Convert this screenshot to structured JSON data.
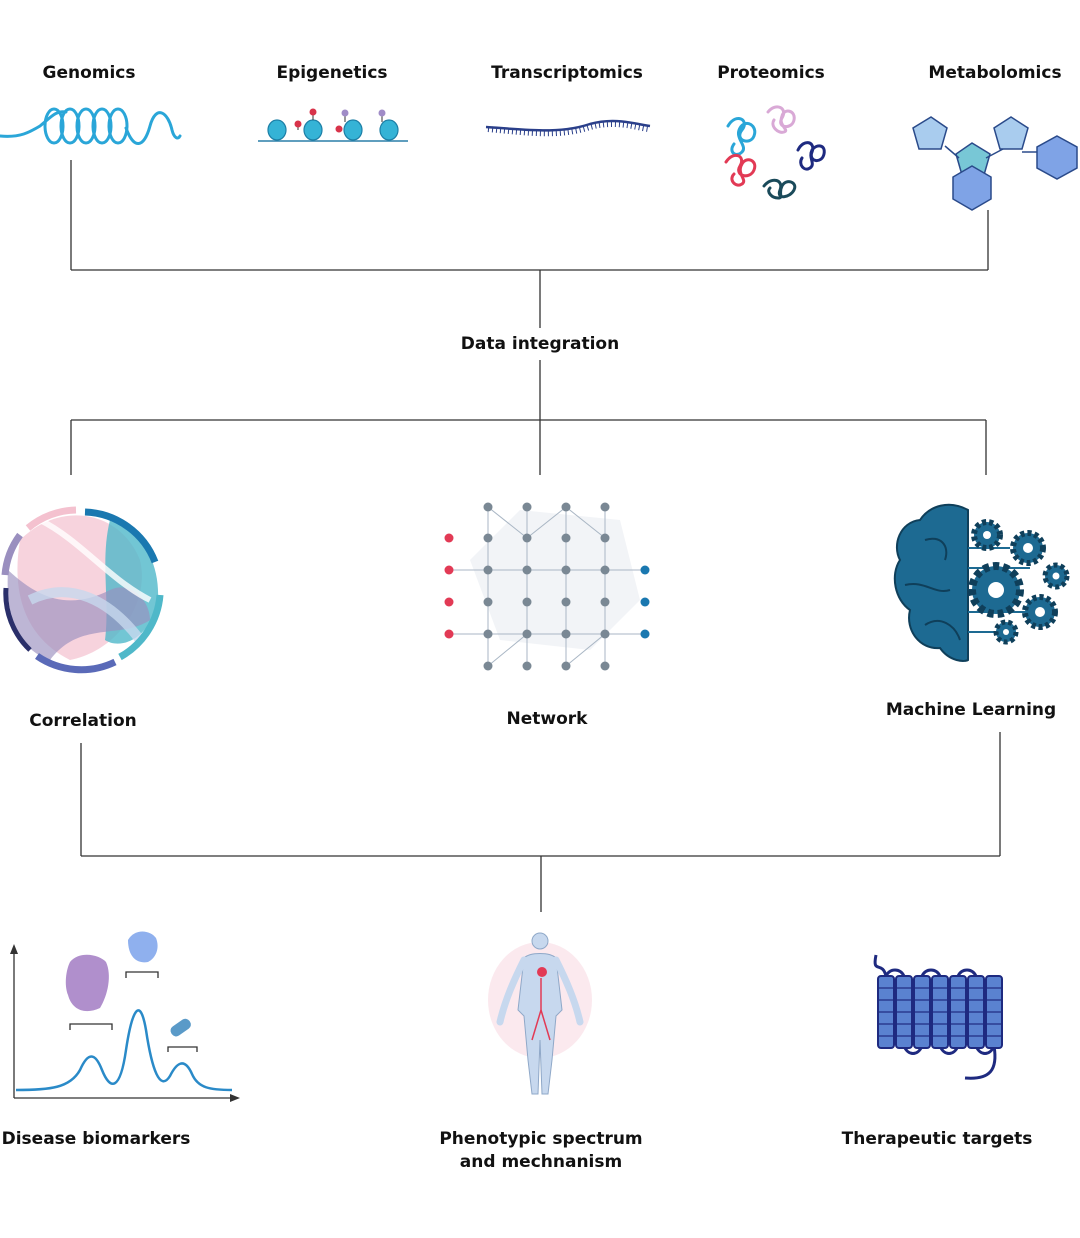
{
  "omics": {
    "genomics": "Genomics",
    "epigenetics": "Epigenetics",
    "transcriptomics": "Transcriptomics",
    "proteomics": "Proteomics",
    "metabolomics": "Metabolomics"
  },
  "integration": {
    "label": "Data integration"
  },
  "methods": {
    "correlation": "Correlation",
    "network": "Network",
    "machine_learning": "Machine Learning"
  },
  "outcomes": {
    "biomarkers": "Disease biomarkers",
    "phenotypic_line1": "Phenotypic spectrum",
    "phenotypic_line2": "and mechnanism",
    "targets": "Therapeutic targets"
  },
  "colors": {
    "connector": "#333333",
    "dna": "#2aa6d8",
    "nucleosome": "#35b3d6",
    "methyl": "#d8334a",
    "rna": "#2a3f8a",
    "protein_navy": "#1e2a80",
    "protein_red": "#e23a55",
    "protein_pink": "#d9a9d6",
    "protein_teal": "#1a4a5a",
    "metabolite_light": "#a9ccee",
    "metabolite_teal": "#78c7d6",
    "metabolite_blue": "#7fa3e6",
    "chord_pink": "#f4c1cf",
    "chord_teal": "#4fb8c9",
    "chord_purple": "#9a8fbf",
    "node_gray": "#7a8894",
    "node_red": "#e23a55",
    "node_blue": "#1a78b0",
    "ml_brain": "#1d6a92",
    "peak_line": "#2a8ac8",
    "blob_purple": "#b08fcc",
    "blob_blue": "#8fb0ee",
    "helix": "#5a82d0",
    "helix_line": "#1e2a80"
  }
}
